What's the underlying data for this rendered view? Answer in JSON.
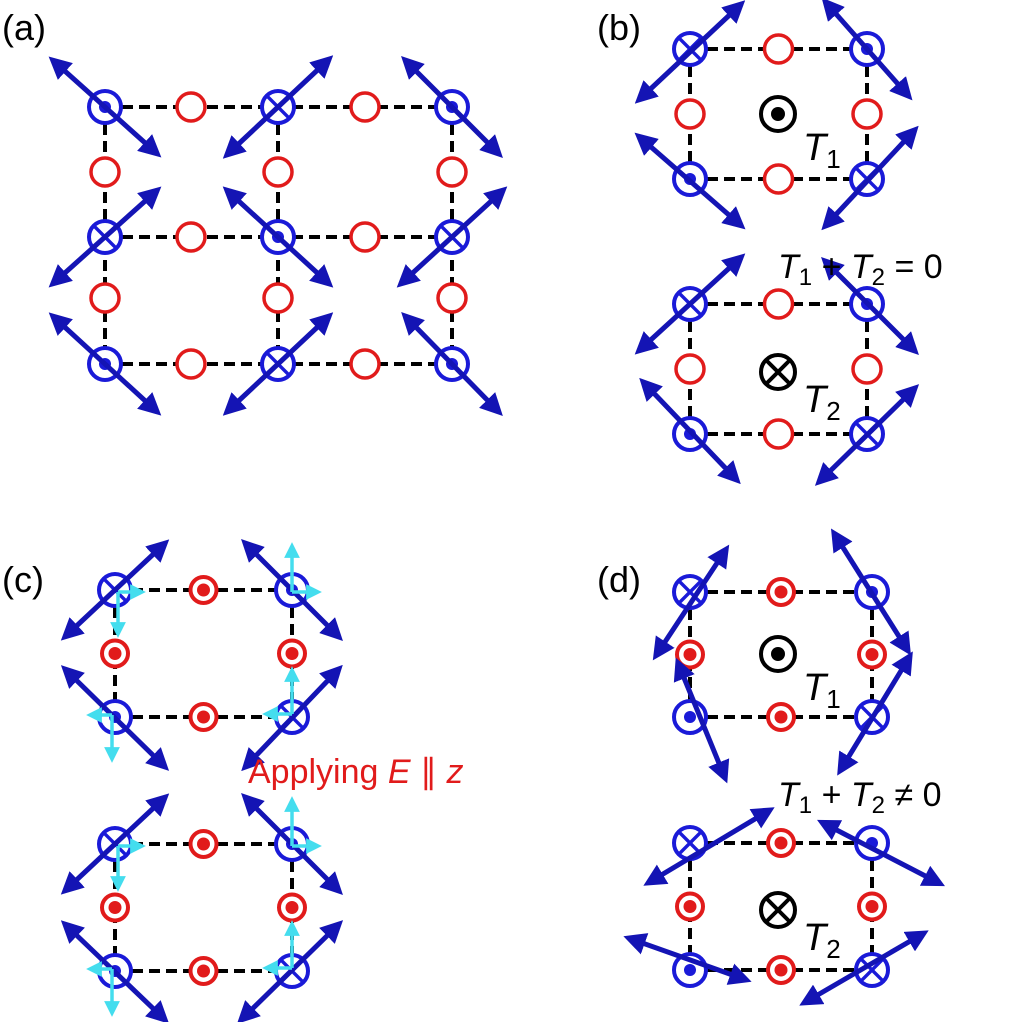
{
  "colors": {
    "blue": "#1a1ad8",
    "arrow_blue": "#1414b4",
    "red": "#e11b1b",
    "cyan": "#44ddee",
    "black": "#000000"
  },
  "panels": {
    "a": {
      "label": "(a)"
    },
    "b": {
      "label": "(b)"
    },
    "c": {
      "label": "(c)"
    },
    "d": {
      "label": "(d)"
    }
  },
  "torques": {
    "b_t1": {
      "symbol": "T",
      "sub": "1",
      "icon": "dot-in-circle-icon"
    },
    "b_t2": {
      "symbol": "T",
      "sub": "2",
      "icon": "cross-in-circle-icon"
    },
    "d_t1": {
      "symbol": "T",
      "sub": "1",
      "icon": "dot-in-circle-icon"
    },
    "d_t2": {
      "symbol": "T",
      "sub": "2",
      "icon": "cross-in-circle-icon"
    }
  },
  "equations": {
    "b": {
      "t1": "T",
      "s1": "1",
      "op": " + ",
      "t2": "T",
      "s2": "2",
      "rel": " = 0"
    },
    "d": {
      "t1": "T",
      "s1": "1",
      "op": " + ",
      "t2": "T",
      "s2": "2",
      "rel": " ≠ 0"
    }
  },
  "field": {
    "prefix": "Applying ",
    "symbol": "E",
    "parallel": " ∥ ",
    "axis": "z"
  }
}
